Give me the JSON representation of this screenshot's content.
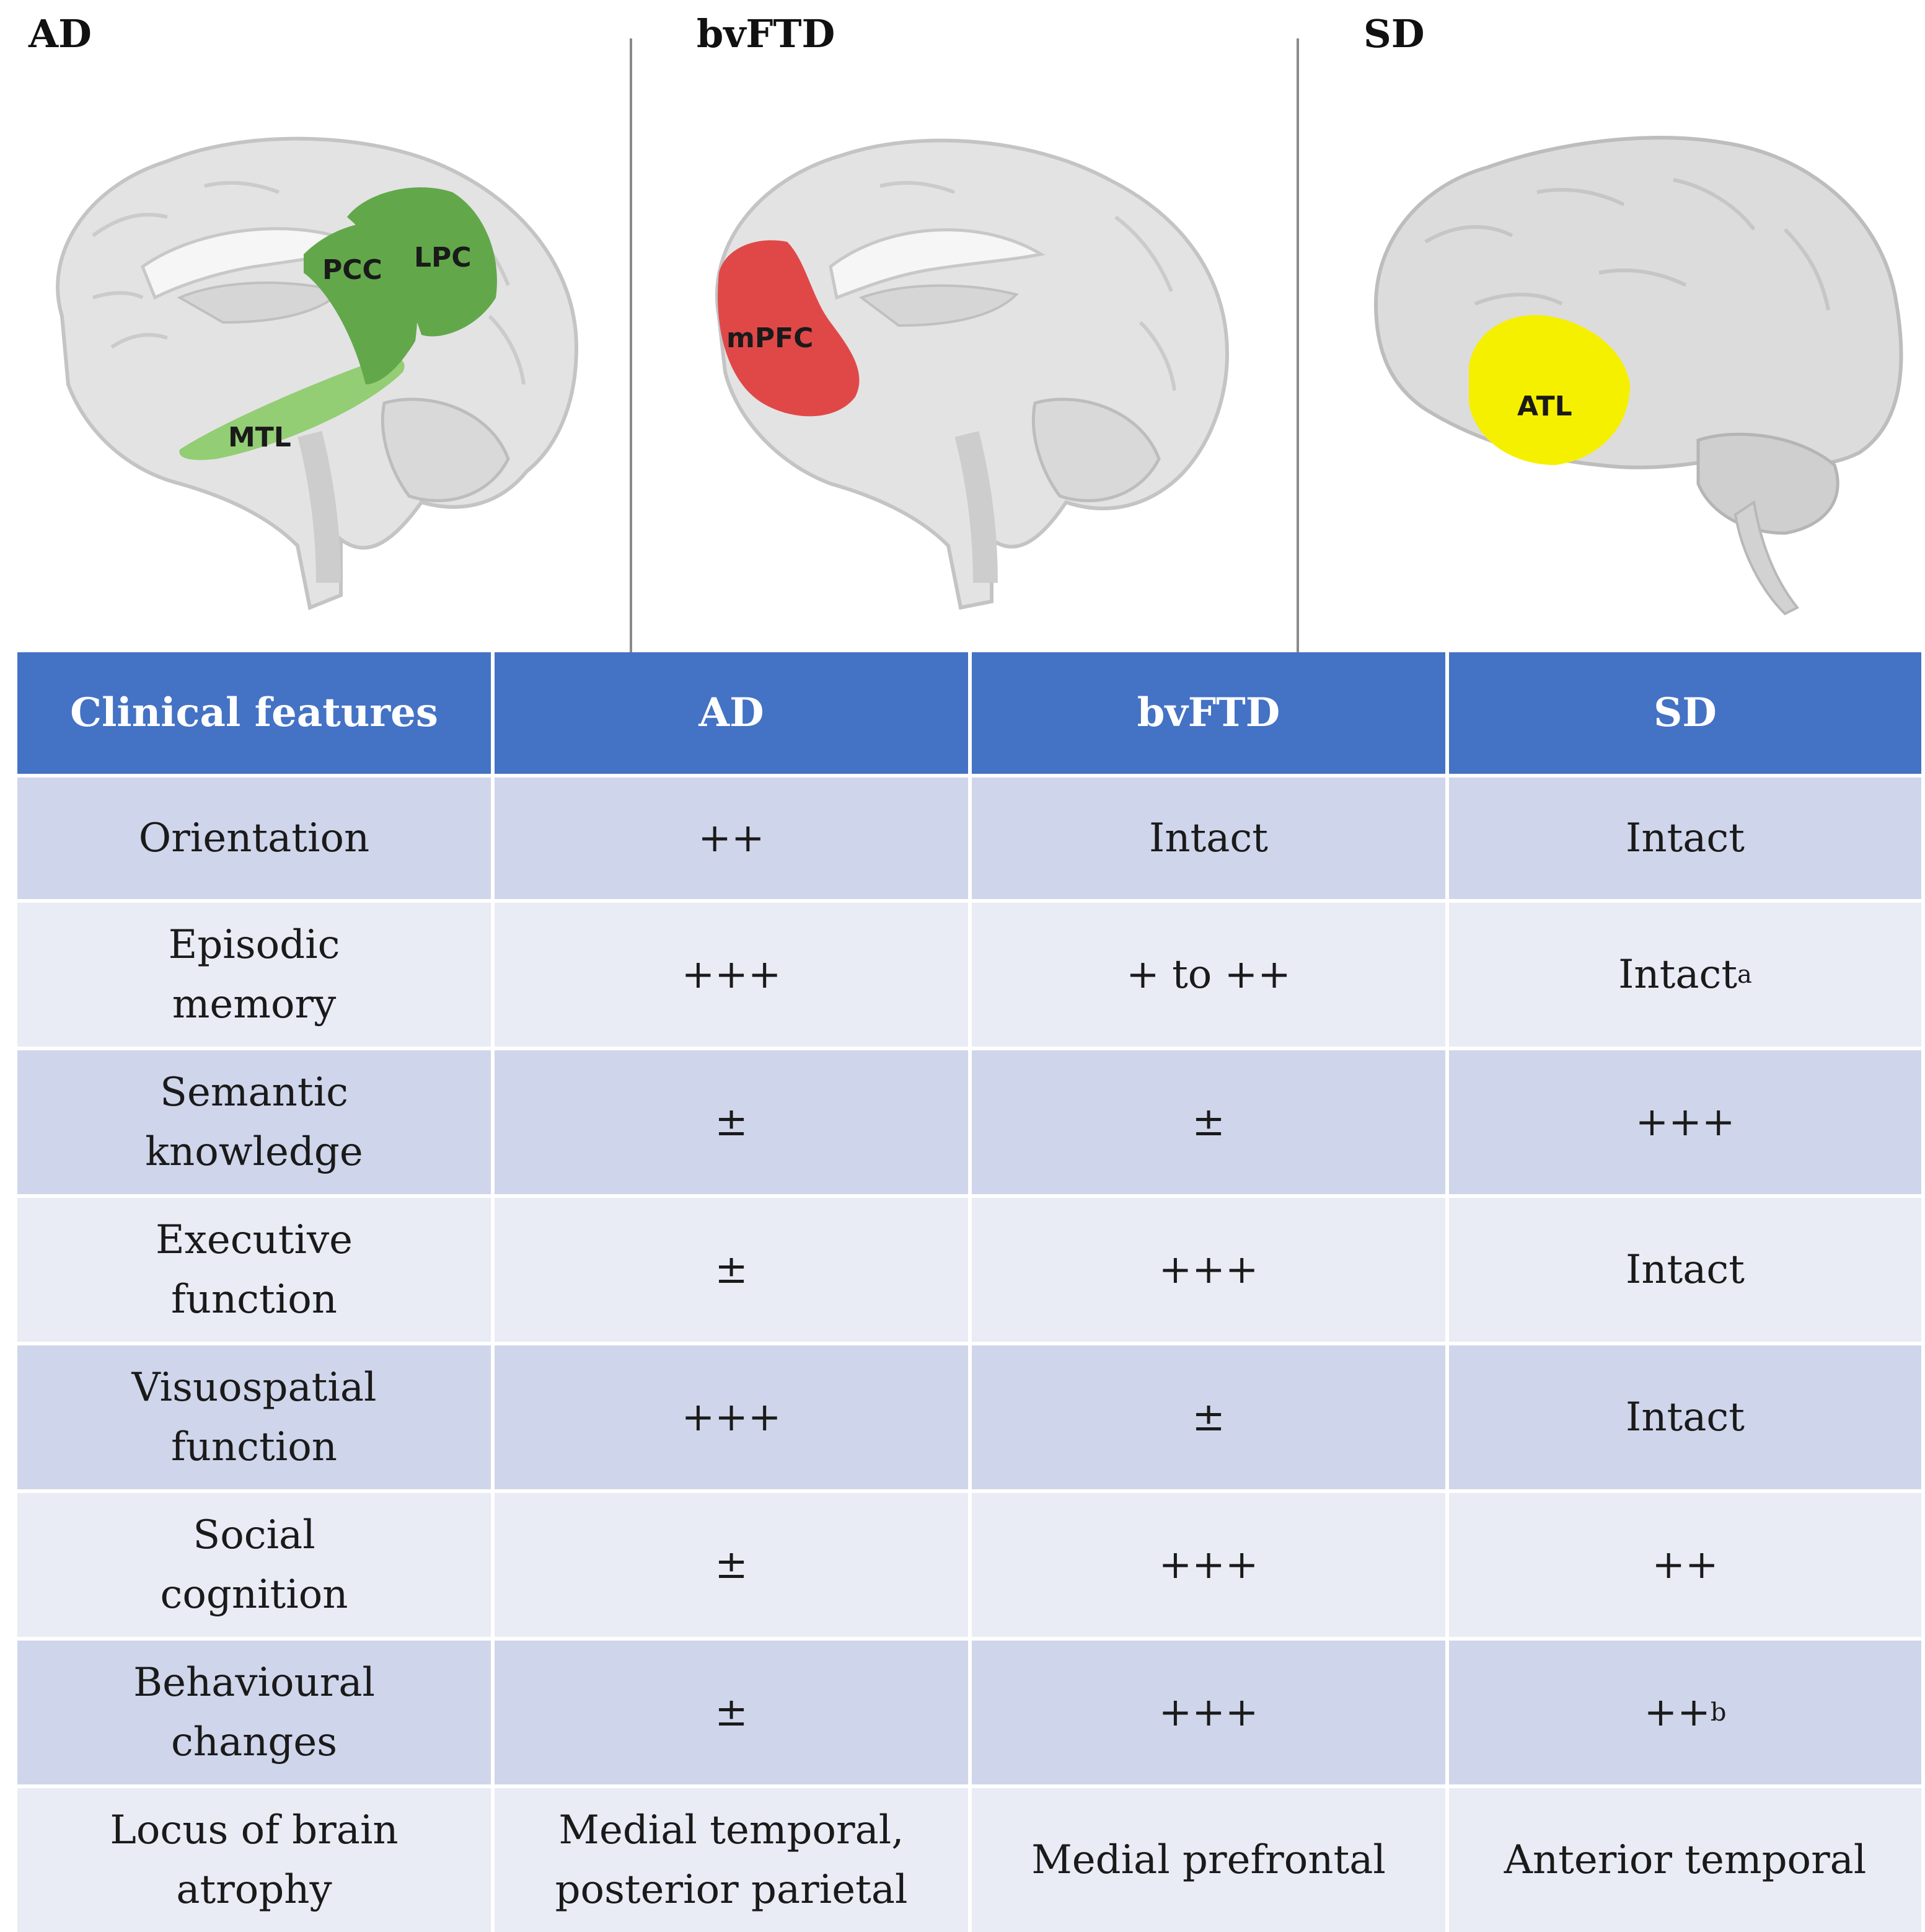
{
  "panels": [
    {
      "title": "AD",
      "regions": [
        "PCC",
        "LPC",
        "MTL"
      ]
    },
    {
      "title": "bvFTD",
      "regions": [
        "mPFC"
      ]
    },
    {
      "title": "SD",
      "regions": [
        "ATL"
      ]
    }
  ],
  "colors": {
    "header_bg": "#4472c4",
    "row_dark": "#cfd5ea",
    "row_light": "#e9ebf5",
    "ad_region_dark": "#62a84a",
    "ad_region_light": "#93cd74",
    "bvftd_region": "#e04848",
    "sd_region": "#f5f000"
  },
  "table": {
    "headers": [
      "Clinical features",
      "AD",
      "bvFTD",
      "SD"
    ],
    "rows": [
      {
        "feature": "Orientation",
        "ad": "++",
        "bvftd": "Intact",
        "sd": "Intact",
        "sd_sup": ""
      },
      {
        "feature": "Episodic\nmemory",
        "ad": "+++",
        "bvftd": "+ to ++",
        "sd": "Intact",
        "sd_sup": "a"
      },
      {
        "feature": "Semantic\nknowledge",
        "ad": "±",
        "bvftd": "±",
        "sd": "+++",
        "sd_sup": ""
      },
      {
        "feature": "Executive\nfunction",
        "ad": "±",
        "bvftd": "+++",
        "sd": "Intact",
        "sd_sup": ""
      },
      {
        "feature": "Visuospatial\nfunction",
        "ad": "+++",
        "bvftd": "±",
        "sd": "Intact",
        "sd_sup": ""
      },
      {
        "feature": "Social\ncognition",
        "ad": "±",
        "bvftd": "+++",
        "sd": "++",
        "sd_sup": ""
      },
      {
        "feature": "Behavioural\nchanges",
        "ad": "±",
        "bvftd": "+++",
        "sd": "++",
        "sd_sup": "b"
      },
      {
        "feature": "Locus of brain\natrophy",
        "ad": "Medial temporal,\nposterior parietal",
        "bvftd": "Medial prefrontal",
        "sd": "Anterior temporal",
        "sd_sup": ""
      }
    ]
  }
}
